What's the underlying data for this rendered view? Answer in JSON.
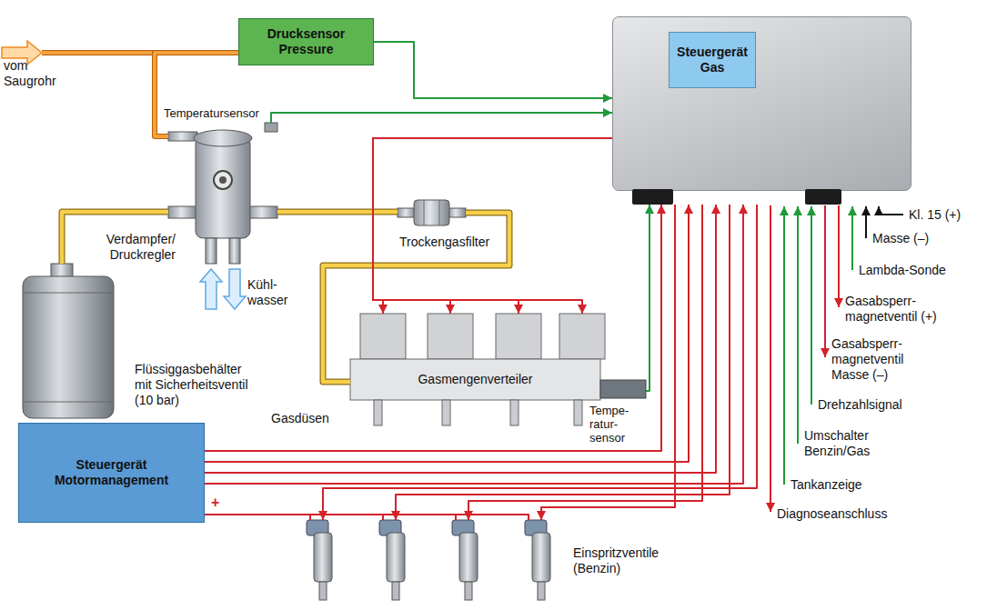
{
  "diagram": {
    "nodes": [
      {
        "text": [
          "Drucksensor Pressure"
        ]
      },
      {
        "text": [
          "Steuergerät Gas"
        ]
      },
      {
        "text": [
          "Verdampfer/ Druckregler"
        ]
      },
      {
        "text": [
          "Trockengasfilter"
        ]
      },
      {
        "text": [
          "Flüssiggasbehälter mit Sicherheitsventil (10 bar)"
        ]
      },
      {
        "text": [
          "Gasmengenverteiler"
        ]
      },
      {
        "text": [
          "Steuergerät Motormanagement"
        ]
      },
      {
        "text": [
          "Einspritzventile (Benzin)"
        ]
      }
    ],
    "edges": [
      {
        "from": 0,
        "to": 2,
        "arrow": "none"
      },
      {
        "from": 0,
        "to": 1,
        "arrow": "to"
      },
      {
        "from": 2,
        "to": 1,
        "arrow": "to"
      },
      {
        "from": 4,
        "to": 2,
        "arrow": "none"
      },
      {
        "from": 2,
        "to": 3,
        "arrow": "none"
      },
      {
        "from": 3,
        "to": 5,
        "arrow": "none"
      },
      {
        "from": 1,
        "to": 5,
        "arrow": "to"
      },
      {
        "from": 5,
        "to": 1,
        "arrow": "to"
      },
      {
        "from": 6,
        "to": 1,
        "arrow": "to"
      },
      {
        "from": 1,
        "to": 7,
        "arrow": "to"
      },
      {
        "from": 6,
        "to": 7,
        "arrow": "none"
      }
    ],
    "labels": [
      "vom Saugrohr",
      "Temperatursensor",
      "Kühl- wasser",
      "Gasdüsen",
      "Tempe- ratur- sensor",
      "+",
      "Kl. 15 (+)",
      "Masse (–)",
      "Lambda-Sonde",
      "Gasabsperr- magnetventil (+)",
      "Gasabsperr- magnetventil Masse (–)",
      "Drehzahlsignal",
      "Umschalter Benzin/Gas",
      "Tankanzeige",
      "Diagnoseanschluss"
    ]
  }
}
